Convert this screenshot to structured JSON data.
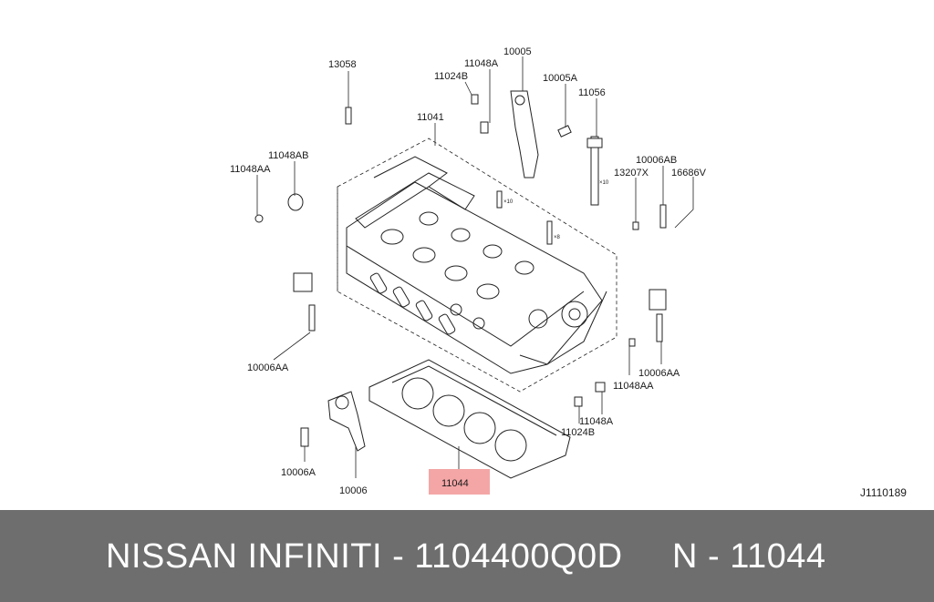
{
  "diagram": {
    "diagram_id": "J1110189",
    "highlight_color": "#f4a6a6",
    "labels": {
      "p13058": "13058",
      "p11024B_top": "11024B",
      "p11048A_top": "11048A",
      "p10005": "10005",
      "p10005A": "10005A",
      "p11056": "11056",
      "p11041": "11041",
      "p11048AB": "11048AB",
      "p11048AA_left": "11048AA",
      "p10006AB": "10006AB",
      "p13207X": "13207X",
      "p16686V": "16686V",
      "p10006AA_left": "10006AA",
      "p10006AA_right": "10006AA",
      "p11048AA_right": "11048AA",
      "p11048A_bottom": "11048A",
      "p11024B_bottom": "11024B",
      "p10006A": "10006A",
      "p10006": "10006",
      "p11044": "11044"
    },
    "qty_marks": {
      "q1": "×10",
      "q2": "×10",
      "q3": "×8"
    }
  },
  "banner": {
    "left_text": "NISSAN  INFINITI - 1104400Q0D",
    "right_text": "N - 11044",
    "background": "#6e6e6e"
  }
}
